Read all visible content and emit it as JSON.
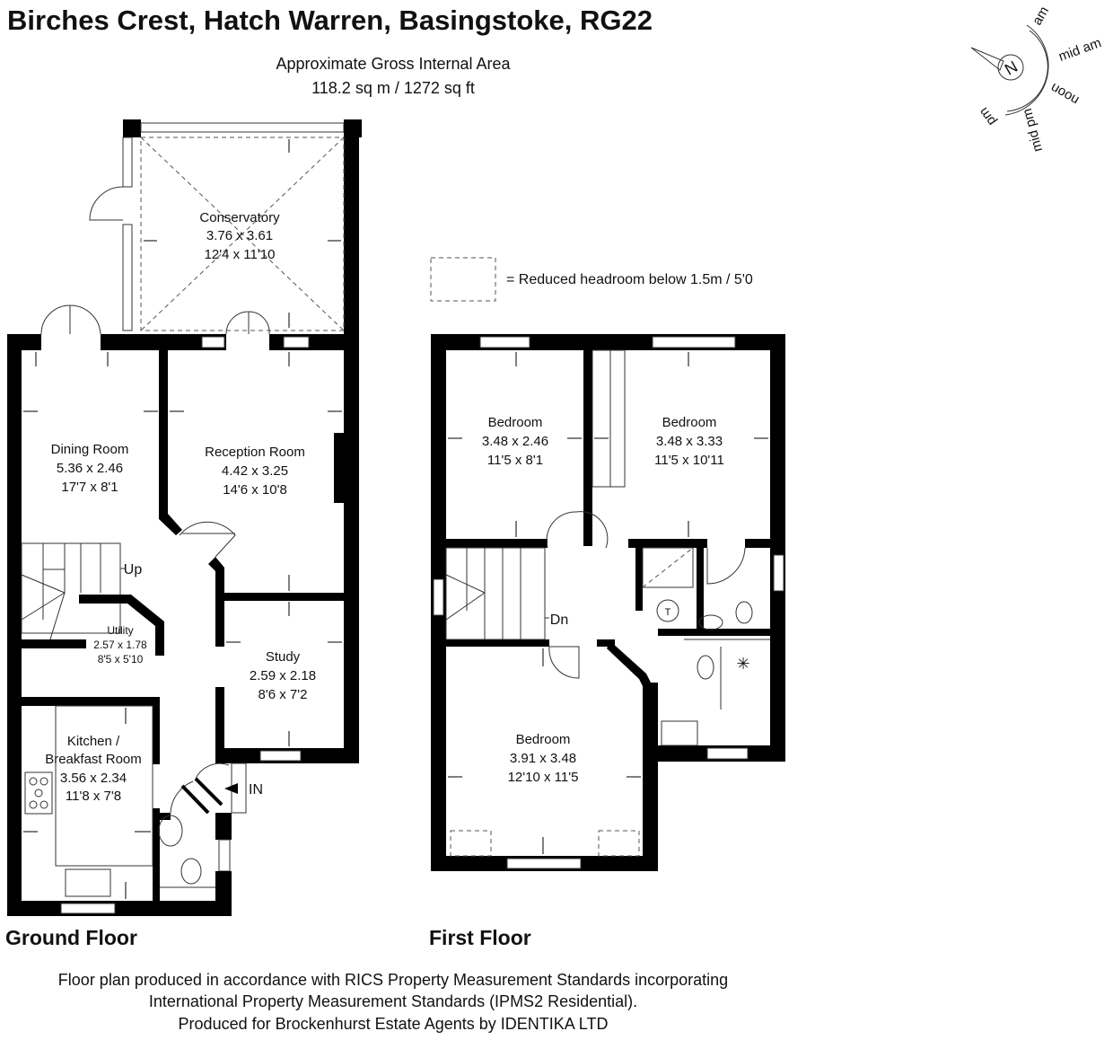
{
  "title": "Birches Crest, Hatch Warren, Basingstoke, RG22",
  "area": {
    "line1": "Approximate Gross Internal Area",
    "line2": "118.2 sq m / 1272 sq ft"
  },
  "legend": "= Reduced headroom below 1.5m / 5'0",
  "compass": {
    "north": "N",
    "am": "am",
    "mid_am": "mid am",
    "noon": "noon",
    "mid_pm": "mid pm",
    "pm": "pm"
  },
  "ground_floor": {
    "label": "Ground Floor",
    "rooms": {
      "conservatory": {
        "name": "Conservatory",
        "metric": "3.76 x 3.61",
        "imperial": "12'4 x 11'10"
      },
      "dining": {
        "name": "Dining Room",
        "metric": "5.36 x 2.46",
        "imperial": "17'7 x 8'1"
      },
      "reception": {
        "name": "Reception Room",
        "metric": "4.42 x 3.25",
        "imperial": "14'6 x 10'8"
      },
      "utility": {
        "name": "Utility",
        "metric": "2.57 x 1.78",
        "imperial": "8'5 x 5'10"
      },
      "study": {
        "name": "Study",
        "metric": "2.59 x 2.18",
        "imperial": "8'6 x 7'2"
      },
      "kitchen": {
        "name1": "Kitchen /",
        "name2": "Breakfast Room",
        "metric": "3.56 x 2.34",
        "imperial": "11'8 x 7'8"
      }
    },
    "stairs": "Up",
    "entrance": "IN"
  },
  "first_floor": {
    "label": "First Floor",
    "rooms": {
      "bed1": {
        "name": "Bedroom",
        "metric": "3.48 x 2.46",
        "imperial": "11'5 x 8'1"
      },
      "bed2": {
        "name": "Bedroom",
        "metric": "3.48 x 3.33",
        "imperial": "11'5 x 10'11"
      },
      "bed3": {
        "name": "Bedroom",
        "metric": "3.91 x 3.48",
        "imperial": "12'10 x 11'5"
      }
    },
    "stairs": "Dn",
    "tank": "T"
  },
  "footer": {
    "line1": "Floor plan produced in accordance with RICS Property Measurement Standards incorporating",
    "line2": "International Property Measurement Standards (IPMS2 Residential).",
    "line3": "Produced for Brockenhurst Estate Agents by IDENTIKA LTD"
  }
}
